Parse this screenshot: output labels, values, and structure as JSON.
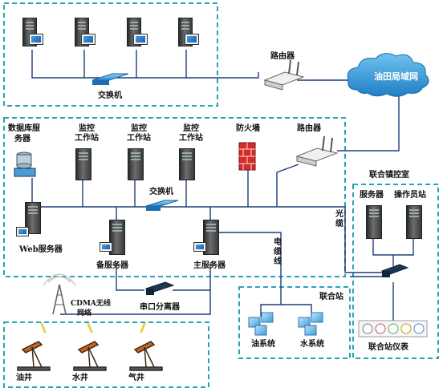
{
  "title": "",
  "labels": {
    "switch_top": "交换机",
    "router_top": "路由器",
    "cloud": "油田局域网",
    "db_server": [
      "数据库服",
      "务器"
    ],
    "ws1": [
      "监控",
      "工作站"
    ],
    "ws2": [
      "监控",
      "工作站"
    ],
    "ws3": [
      "监控",
      "工作站"
    ],
    "firewall": "防火墙",
    "router_mid": "路由器",
    "switch_mid": "交换机",
    "web_server": "Web服务器",
    "backup_server": "备服务器",
    "main_server": "主服务器",
    "cable": [
      "电",
      "缆",
      "线"
    ],
    "fiber": [
      "光",
      "缆"
    ],
    "united_room": "联合镇控室",
    "room_server": "服务器",
    "room_operator": "操作员站",
    "serial_splitter": "串口分离器",
    "cdma": [
      "CDMA无线",
      "网络"
    ],
    "station": "联合站",
    "oil_system": "油系统",
    "water_system": "水系统",
    "instruments": "联合站仪表",
    "oil_well": "油井",
    "water_well": "水井",
    "gas_well": "气井"
  },
  "colors": {
    "dashed_frame": "#29a3b6",
    "line": "#1b3d7a",
    "cloud": "#2f95d6"
  }
}
